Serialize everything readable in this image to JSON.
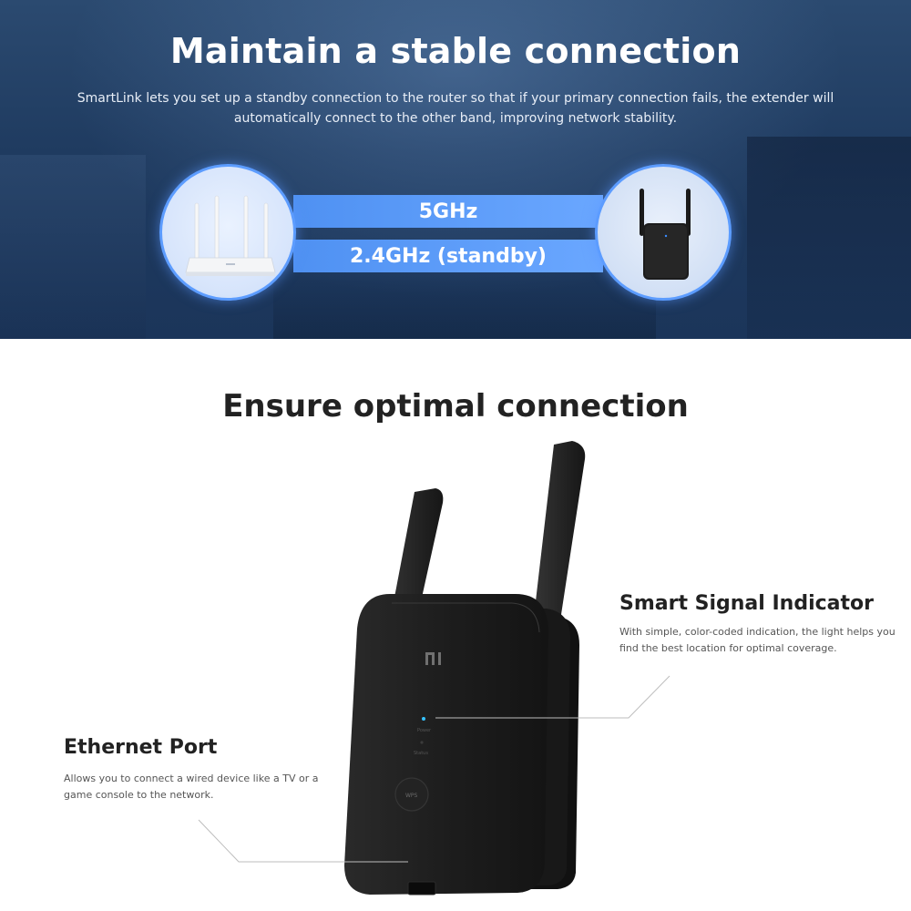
{
  "banner": {
    "title": "Maintain a stable connection",
    "description": "SmartLink lets you set up a standby connection to the router so that if your primary connection fails, the extender will automatically connect to the other band, improving network stability.",
    "band_primary": "5GHz",
    "band_standby": "2.4GHz (standby)",
    "colors": {
      "band": "#5a9bf6",
      "ring": "#5c9cff",
      "background": "#223f66"
    }
  },
  "section": {
    "title": "Ensure optimal connection",
    "signal": {
      "title": "Smart Signal Indicator",
      "description": "With simple, color-coded indication, the light helps you find the best location for optimal coverage."
    },
    "ethernet": {
      "title": "Ethernet Port",
      "description": "Allows you to connect a wired device like a TV or a game console to the network."
    },
    "device": {
      "logo": "mi",
      "indicator_labels": [
        "Power",
        "Status"
      ],
      "button_label": "WPS"
    }
  }
}
